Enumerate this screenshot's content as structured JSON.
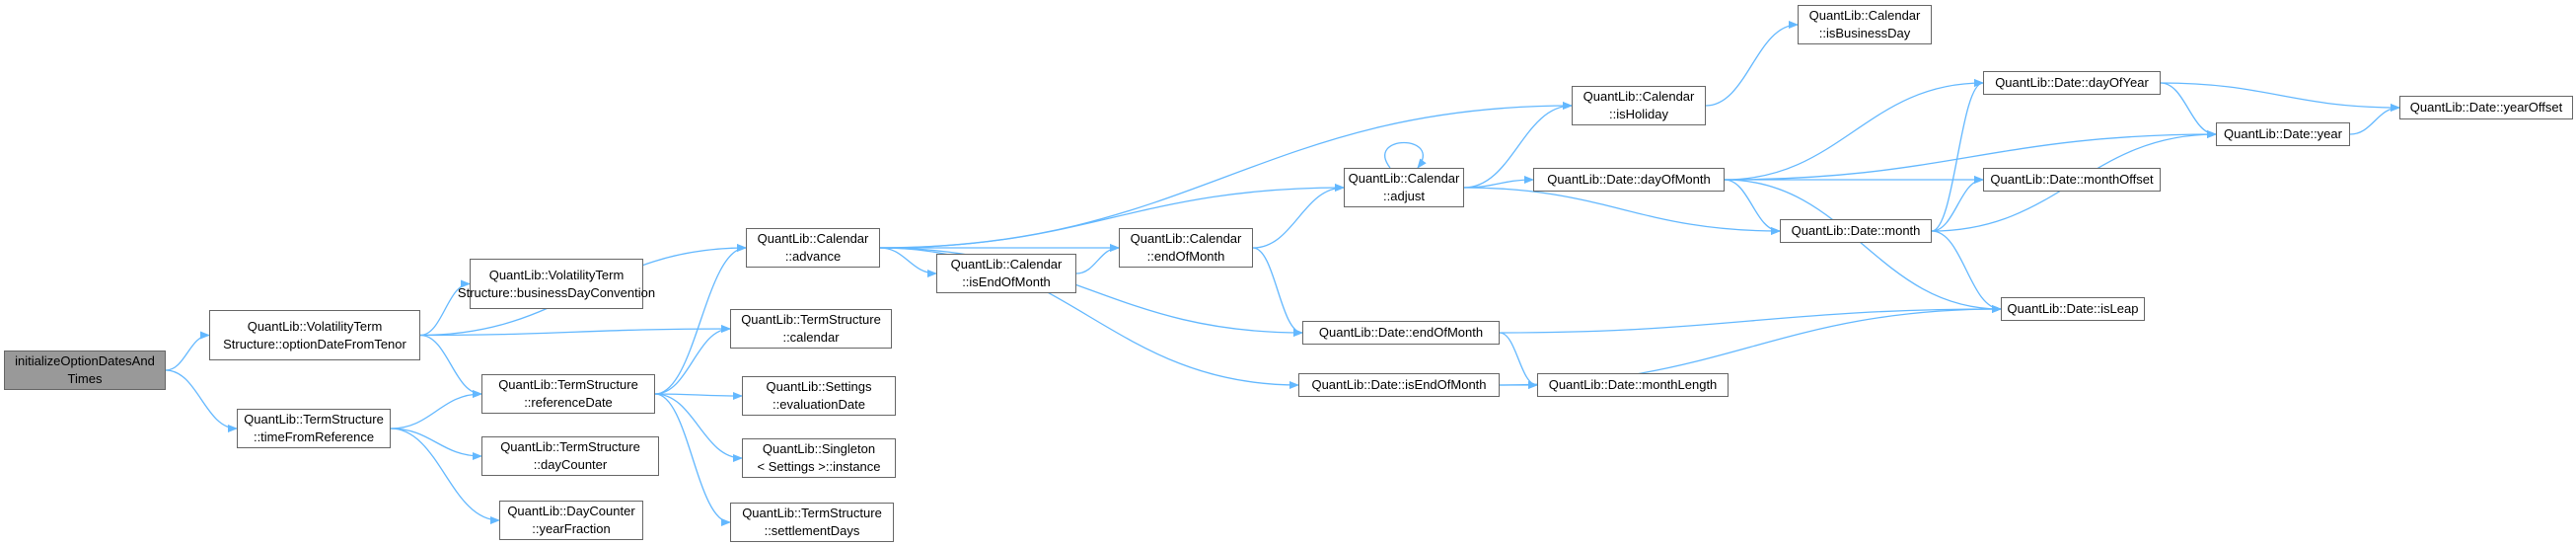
{
  "graph": {
    "type": "call-graph",
    "colors": {
      "edge": "#63b8ff",
      "node_border": "#666666",
      "node_fill": "#ffffff",
      "root_fill": "#999999"
    },
    "nodes": [
      {
        "id": "n0",
        "lines": [
          "initializeOptionDatesAnd",
          "Times"
        ],
        "root": true
      },
      {
        "id": "n1",
        "lines": [
          "QuantLib::VolatilityTerm",
          "Structure::optionDateFromTenor"
        ]
      },
      {
        "id": "n2",
        "lines": [
          "QuantLib::TermStructure",
          "::timeFromReference"
        ]
      },
      {
        "id": "n3",
        "lines": [
          "QuantLib::Calendar",
          "::advance"
        ]
      },
      {
        "id": "n4",
        "lines": [
          "QuantLib::VolatilityTerm",
          "Structure::businessDayConvention"
        ]
      },
      {
        "id": "n5",
        "lines": [
          "QuantLib::TermStructure",
          "::calendar"
        ]
      },
      {
        "id": "n6",
        "lines": [
          "QuantLib::TermStructure",
          "::referenceDate"
        ]
      },
      {
        "id": "n7",
        "lines": [
          "QuantLib::TermStructure",
          "::dayCounter"
        ]
      },
      {
        "id": "n8",
        "lines": [
          "QuantLib::DayCounter",
          "::yearFraction"
        ]
      },
      {
        "id": "n9",
        "lines": [
          "QuantLib::Calendar",
          "::isEndOfMonth"
        ]
      },
      {
        "id": "n10",
        "lines": [
          "QuantLib::Calendar",
          "::endOfMonth"
        ]
      },
      {
        "id": "n11",
        "lines": [
          "QuantLib::Calendar",
          "::adjust"
        ]
      },
      {
        "id": "n12",
        "lines": [
          "QuantLib::Calendar",
          "::isHoliday"
        ]
      },
      {
        "id": "n13",
        "lines": [
          "QuantLib::Calendar",
          "::isBusinessDay"
        ]
      },
      {
        "id": "n14",
        "lines": [
          "QuantLib::Date::dayOfMonth"
        ]
      },
      {
        "id": "n15",
        "lines": [
          "QuantLib::Date::endOfMonth"
        ]
      },
      {
        "id": "n16",
        "lines": [
          "QuantLib::Date::isEndOfMonth"
        ]
      },
      {
        "id": "n17",
        "lines": [
          "QuantLib::Settings",
          "::evaluationDate"
        ]
      },
      {
        "id": "n18",
        "lines": [
          "QuantLib::Singleton",
          "< Settings >::instance"
        ]
      },
      {
        "id": "n19",
        "lines": [
          "QuantLib::TermStructure",
          "::settlementDays"
        ]
      },
      {
        "id": "n20",
        "lines": [
          "QuantLib::Date::dayOfYear"
        ]
      },
      {
        "id": "n21",
        "lines": [
          "QuantLib::Date::year"
        ]
      },
      {
        "id": "n22",
        "lines": [
          "QuantLib::Date::yearOffset"
        ]
      },
      {
        "id": "n23",
        "lines": [
          "QuantLib::Date::monthOffset"
        ]
      },
      {
        "id": "n24",
        "lines": [
          "QuantLib::Date::month"
        ]
      },
      {
        "id": "n25",
        "lines": [
          "QuantLib::Date::isLeap"
        ]
      },
      {
        "id": "n26",
        "lines": [
          "QuantLib::Date::monthLength"
        ]
      }
    ],
    "edges": [
      [
        "n0",
        "n1"
      ],
      [
        "n0",
        "n2"
      ],
      [
        "n1",
        "n3"
      ],
      [
        "n1",
        "n4"
      ],
      [
        "n1",
        "n5"
      ],
      [
        "n1",
        "n6"
      ],
      [
        "n2",
        "n6"
      ],
      [
        "n2",
        "n7"
      ],
      [
        "n2",
        "n8"
      ],
      [
        "n6",
        "n3"
      ],
      [
        "n6",
        "n5"
      ],
      [
        "n6",
        "n17"
      ],
      [
        "n6",
        "n18"
      ],
      [
        "n6",
        "n19"
      ],
      [
        "n3",
        "n12"
      ],
      [
        "n3",
        "n11"
      ],
      [
        "n3",
        "n10"
      ],
      [
        "n3",
        "n9"
      ],
      [
        "n3",
        "n15"
      ],
      [
        "n3",
        "n16"
      ],
      [
        "n9",
        "n10"
      ],
      [
        "n10",
        "n11"
      ],
      [
        "n10",
        "n15"
      ],
      [
        "n11",
        "n11"
      ],
      [
        "n11",
        "n12"
      ],
      [
        "n11",
        "n14"
      ],
      [
        "n11",
        "n24"
      ],
      [
        "n12",
        "n13"
      ],
      [
        "n14",
        "n20"
      ],
      [
        "n14",
        "n21"
      ],
      [
        "n14",
        "n23"
      ],
      [
        "n14",
        "n24"
      ],
      [
        "n14",
        "n25"
      ],
      [
        "n15",
        "n25"
      ],
      [
        "n15",
        "n26"
      ],
      [
        "n16",
        "n26"
      ],
      [
        "n16",
        "n25"
      ],
      [
        "n20",
        "n21"
      ],
      [
        "n20",
        "n22"
      ],
      [
        "n21",
        "n22"
      ],
      [
        "n24",
        "n20"
      ],
      [
        "n24",
        "n21"
      ],
      [
        "n24",
        "n23"
      ],
      [
        "n24",
        "n25"
      ]
    ]
  }
}
